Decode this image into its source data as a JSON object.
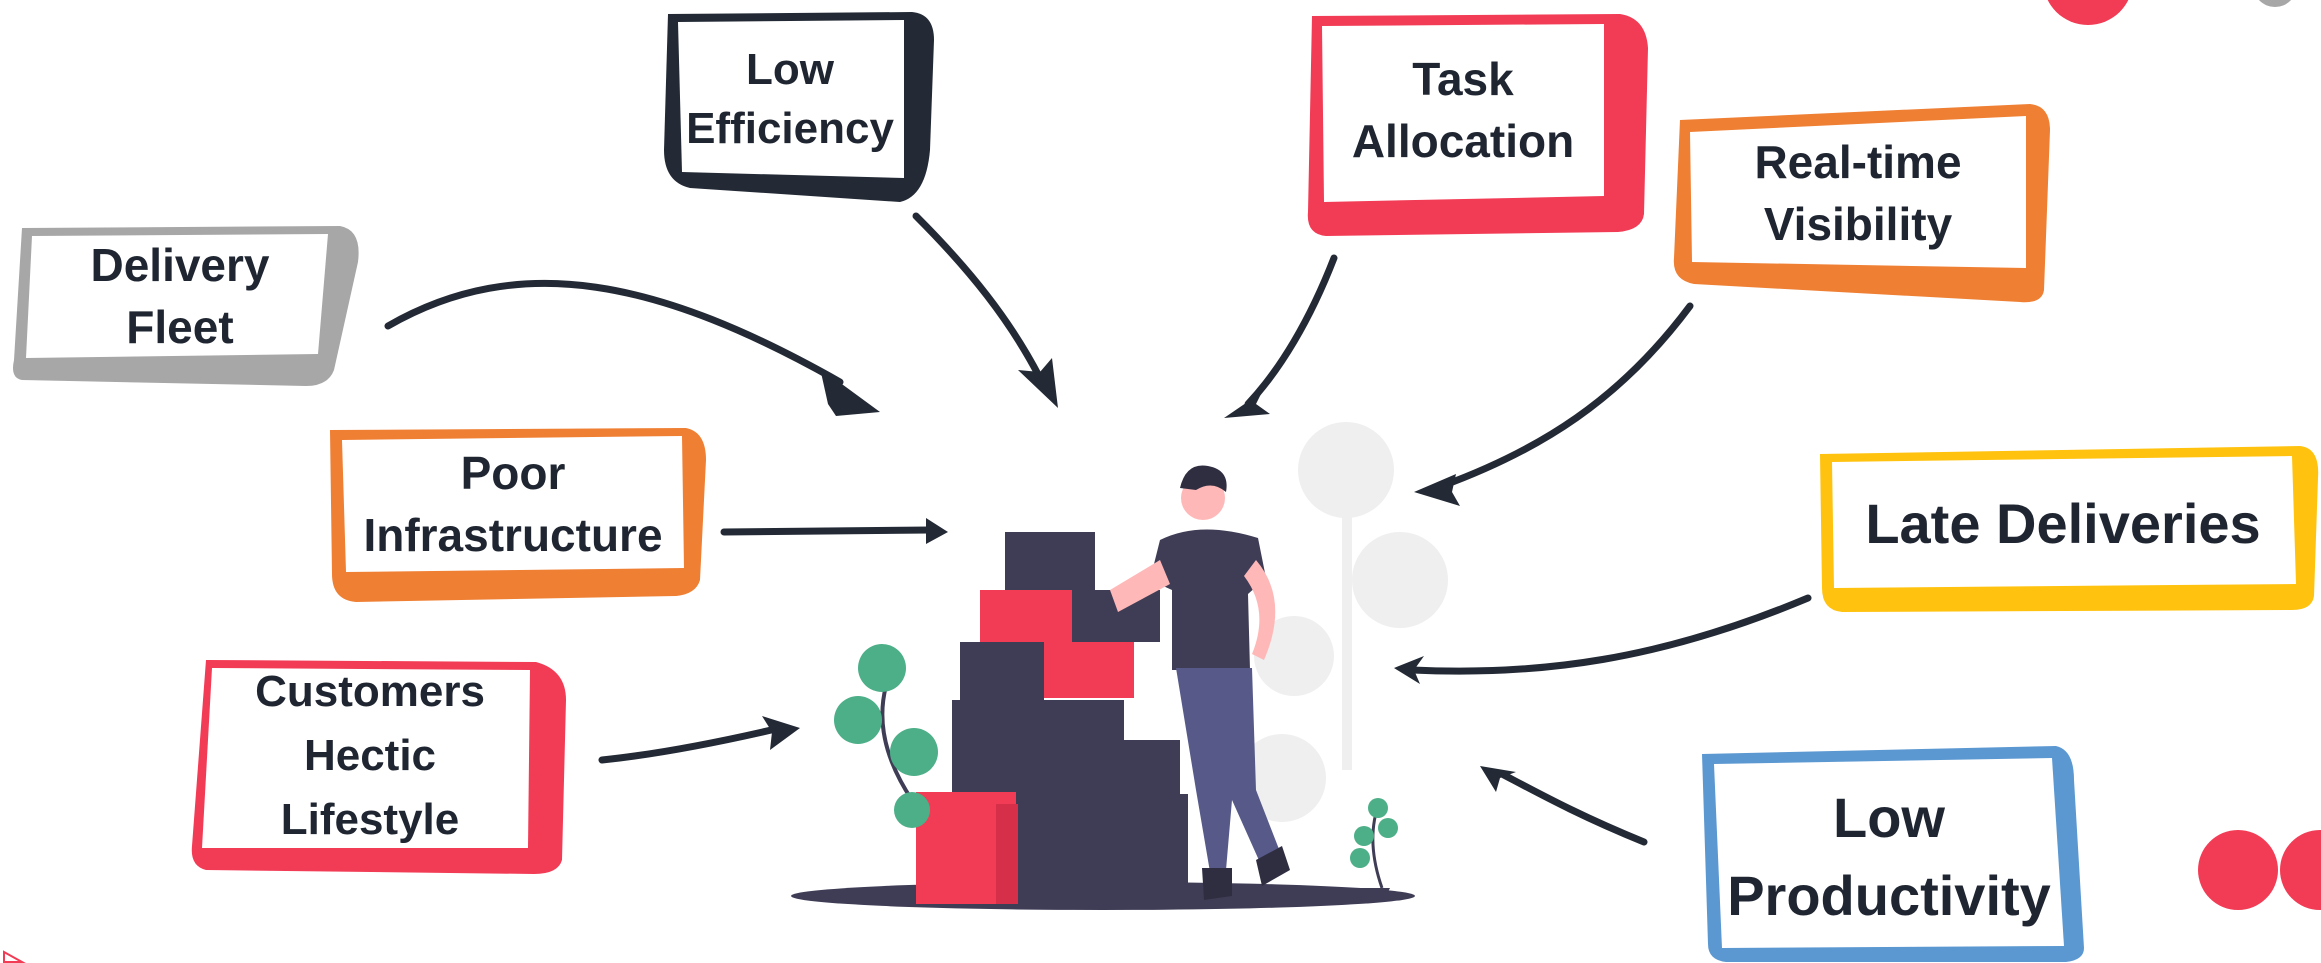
{
  "colors": {
    "dark": "#232a35",
    "red": "#f23b55",
    "orange": "#ef7f33",
    "gray": "#a7a7a7",
    "yellow": "#ffc20e",
    "blue": "#5b98d1",
    "green": "#4caf88"
  },
  "labels": {
    "low_efficiency": {
      "line1": "Low",
      "line2": "Efficiency",
      "color": "dark"
    },
    "task_allocation": {
      "line1": "Task",
      "line2": "Allocation",
      "color": "red"
    },
    "realtime_visibility": {
      "line1": "Real-time",
      "line2": "Visibility",
      "color": "orange"
    },
    "delivery_fleet": {
      "line1": "Delivery",
      "line2": "Fleet",
      "color": "gray"
    },
    "poor_infrastructure": {
      "line1": "Poor",
      "line2": "Infrastructure",
      "color": "orange"
    },
    "customers_hectic": {
      "line1": "Customers",
      "line2": "Hectic",
      "line3": "Lifestyle",
      "color": "red"
    },
    "late_deliveries": {
      "line1": "Late Deliveries",
      "color": "yellow"
    },
    "low_productivity": {
      "line1": "Low",
      "line2": "Productivity",
      "color": "blue"
    }
  },
  "icons": [
    "person-with-boxes-illustration",
    "plant-icon",
    "arrow-icon"
  ]
}
